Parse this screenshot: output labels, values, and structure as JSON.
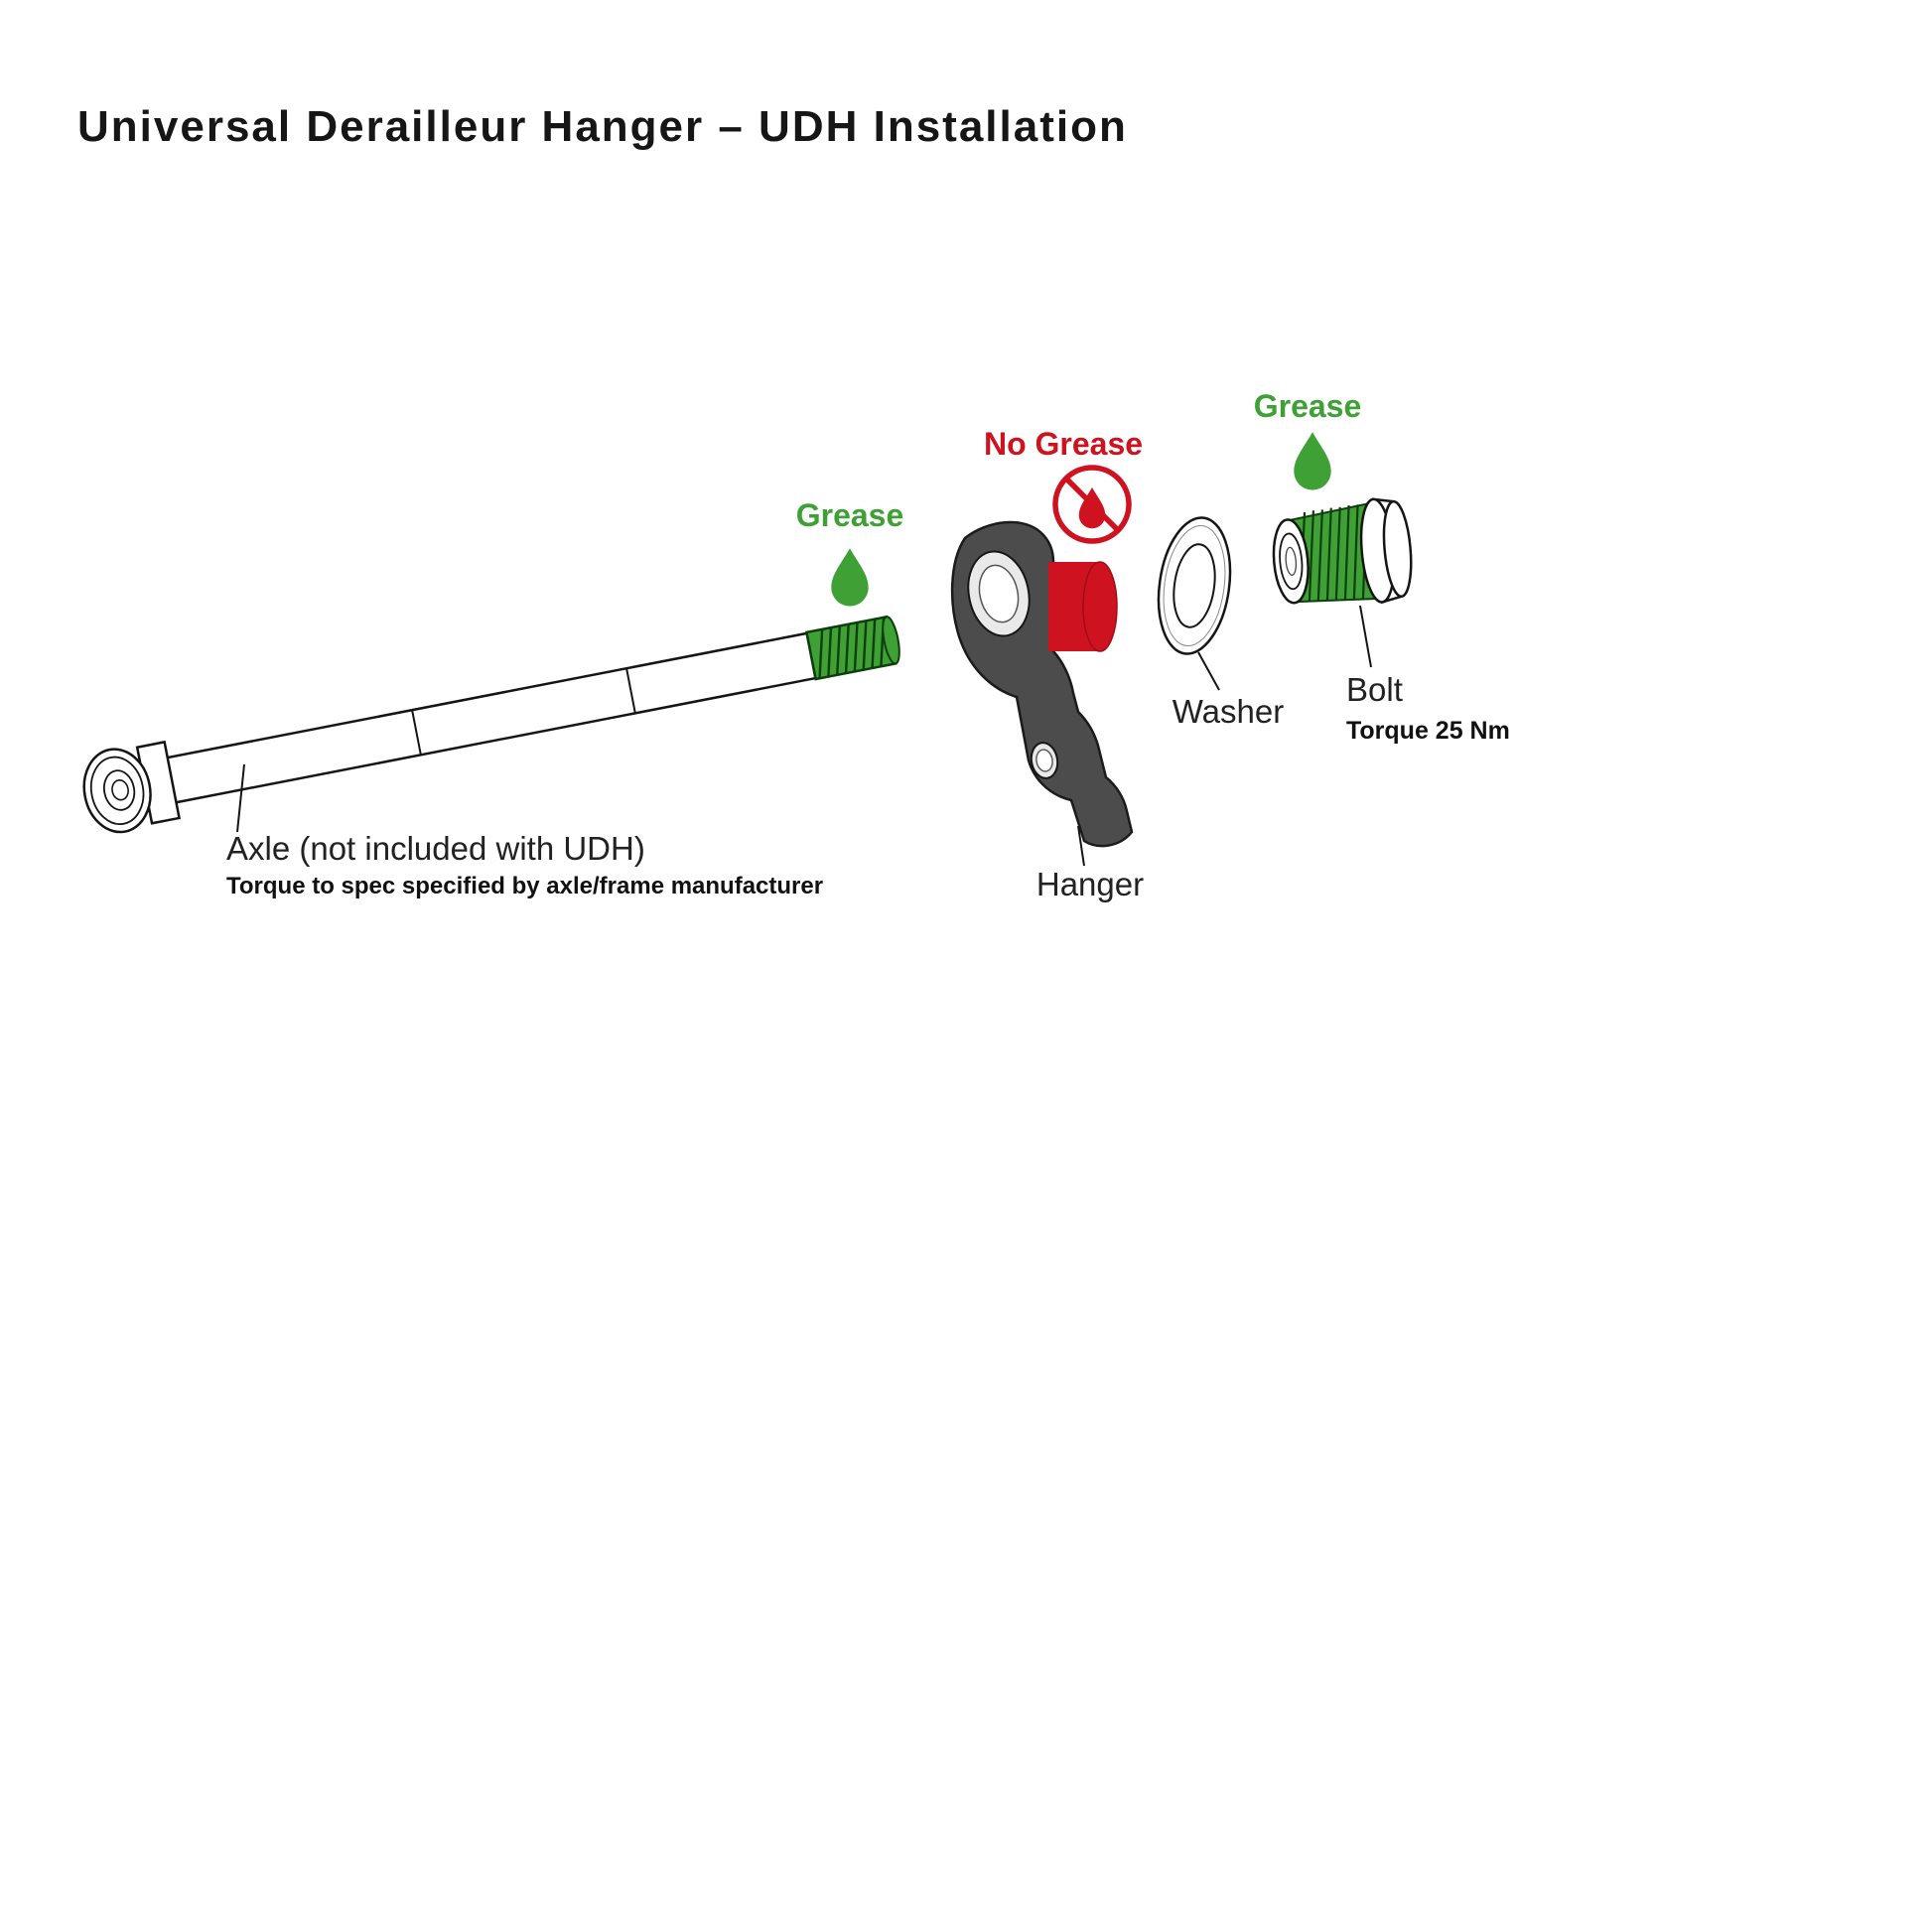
{
  "title": "Universal Derailleur Hanger – UDH Installation",
  "colors": {
    "green": "#3fa135",
    "dark_green": "#0d3f0d",
    "red": "#cf1220",
    "ink": "#1a1a1a",
    "part_gray": "#4c4c4c"
  },
  "annotations": {
    "axle": {
      "grease": "Grease",
      "label": "Axle (not included with UDH)",
      "note": "Torque to spec specified by axle/frame manufacturer"
    },
    "hanger": {
      "no_grease": "No Grease",
      "label": "Hanger"
    },
    "washer": {
      "label": "Washer"
    },
    "bolt": {
      "grease": "Grease",
      "label": "Bolt",
      "torque": "Torque 25 Nm"
    }
  },
  "icons": {
    "grease_axle": "green-droplet",
    "no_grease": "crossed-out-red-droplet",
    "grease_bolt": "green-droplet"
  }
}
